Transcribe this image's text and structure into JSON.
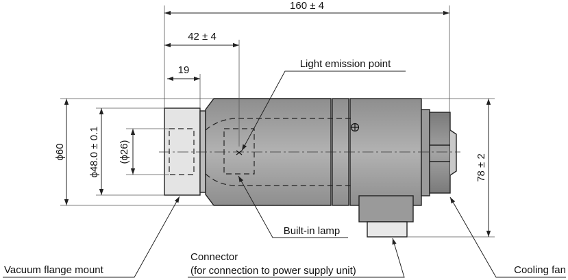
{
  "diagram": {
    "dimensions": {
      "total_length": "160 ± 4",
      "emission_offset": "42 ± 4",
      "flange_length": "19",
      "outer_diameter": "ϕ60",
      "flange_diameter": "ϕ48.0 ± 0.1",
      "inner_diameter": "(ϕ26)",
      "height": "78 ± 2"
    },
    "callouts": {
      "light_emission_point": "Light emission point",
      "built_in_lamp": "Built-in lamp",
      "connector_line1": "Connector",
      "connector_line2": "(for connection to power supply unit)",
      "vacuum_flange_mount": "Vacuum flange mount",
      "cooling_fan": "Cooling fan"
    },
    "colors": {
      "body_fill": "#a7a7a7",
      "body_dark": "#7e7e7e",
      "flange_fill": "#e4e4e4",
      "line": "#222222"
    }
  }
}
